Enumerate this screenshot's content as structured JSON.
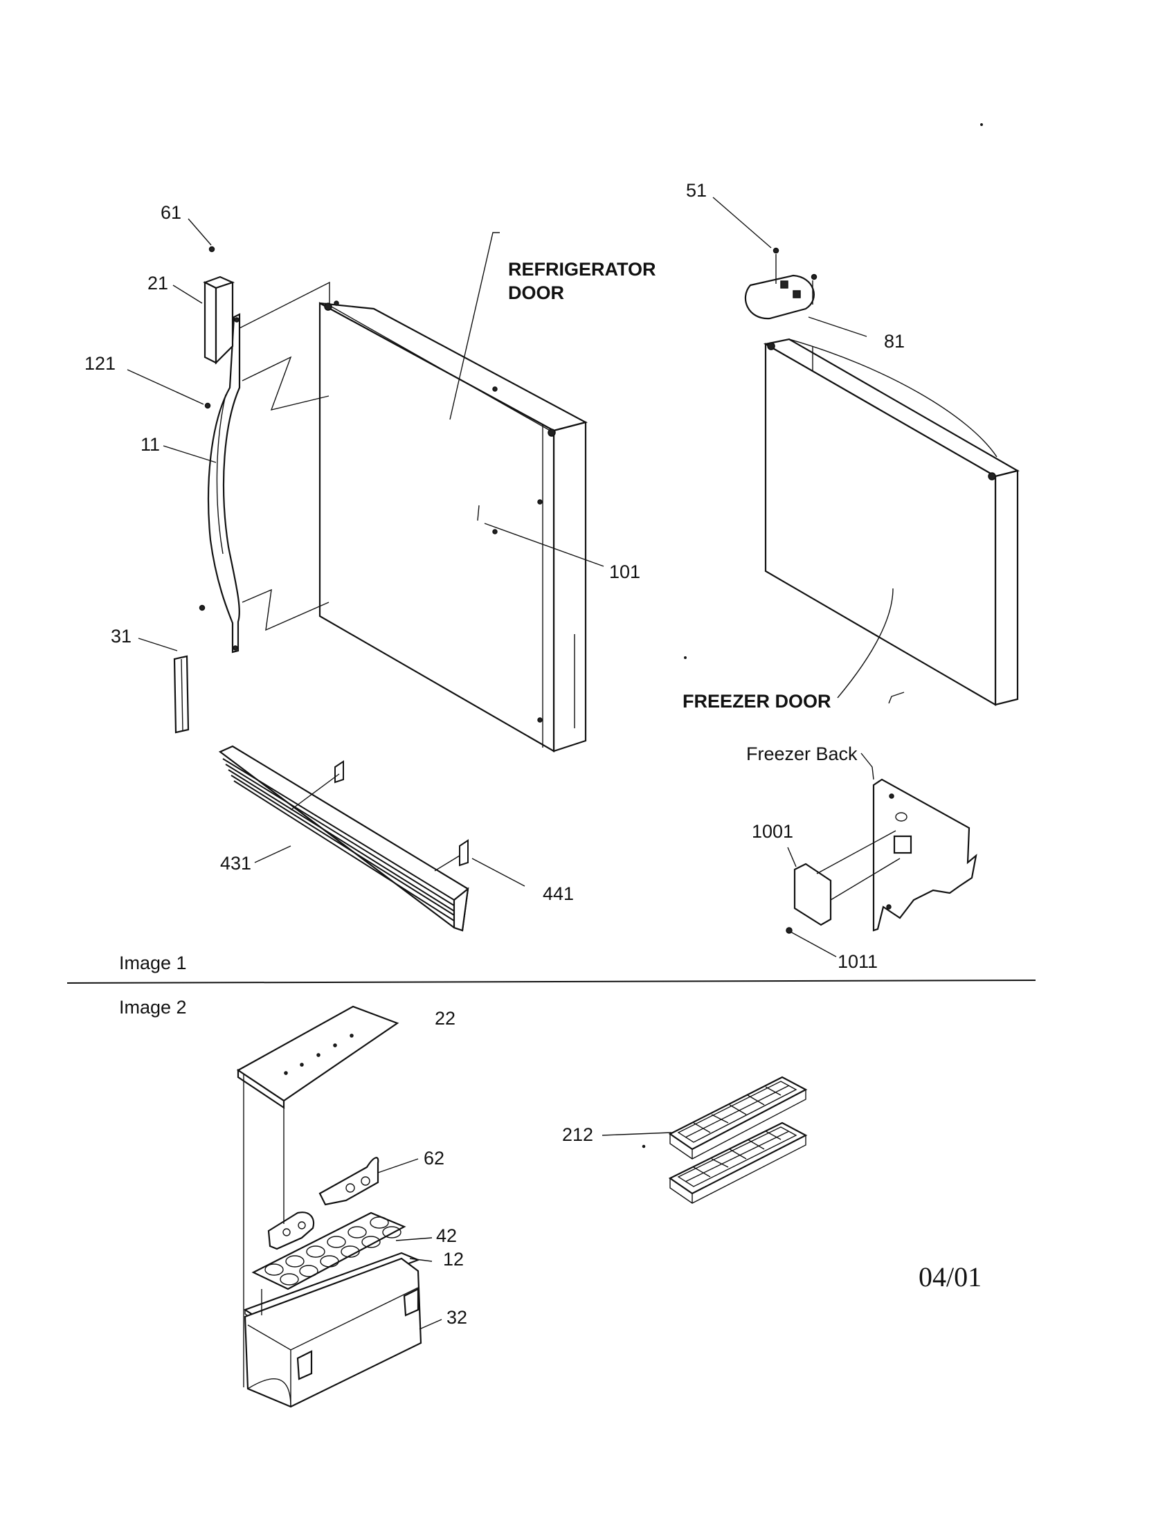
{
  "sections": {
    "image1_label": "Image 1",
    "image2_label": "Image 2"
  },
  "callouts": {
    "c61": "61",
    "c21": "21",
    "c121": "121",
    "c11": "11",
    "c31": "31",
    "c101": "101",
    "c431": "431",
    "c441": "441",
    "c51": "51",
    "c81": "81",
    "c1001": "1001",
    "c1011": "1011",
    "c22": "22",
    "c62": "62",
    "c42": "42",
    "c12": "12",
    "c32": "32",
    "c212": "212"
  },
  "labels": {
    "refrigerator_door_line1": "REFRIGERATOR",
    "refrigerator_door_line2": "DOOR",
    "freezer_door": "FREEZER DOOR",
    "freezer_back": "Freezer Back"
  },
  "footer": {
    "date": "04/01"
  }
}
